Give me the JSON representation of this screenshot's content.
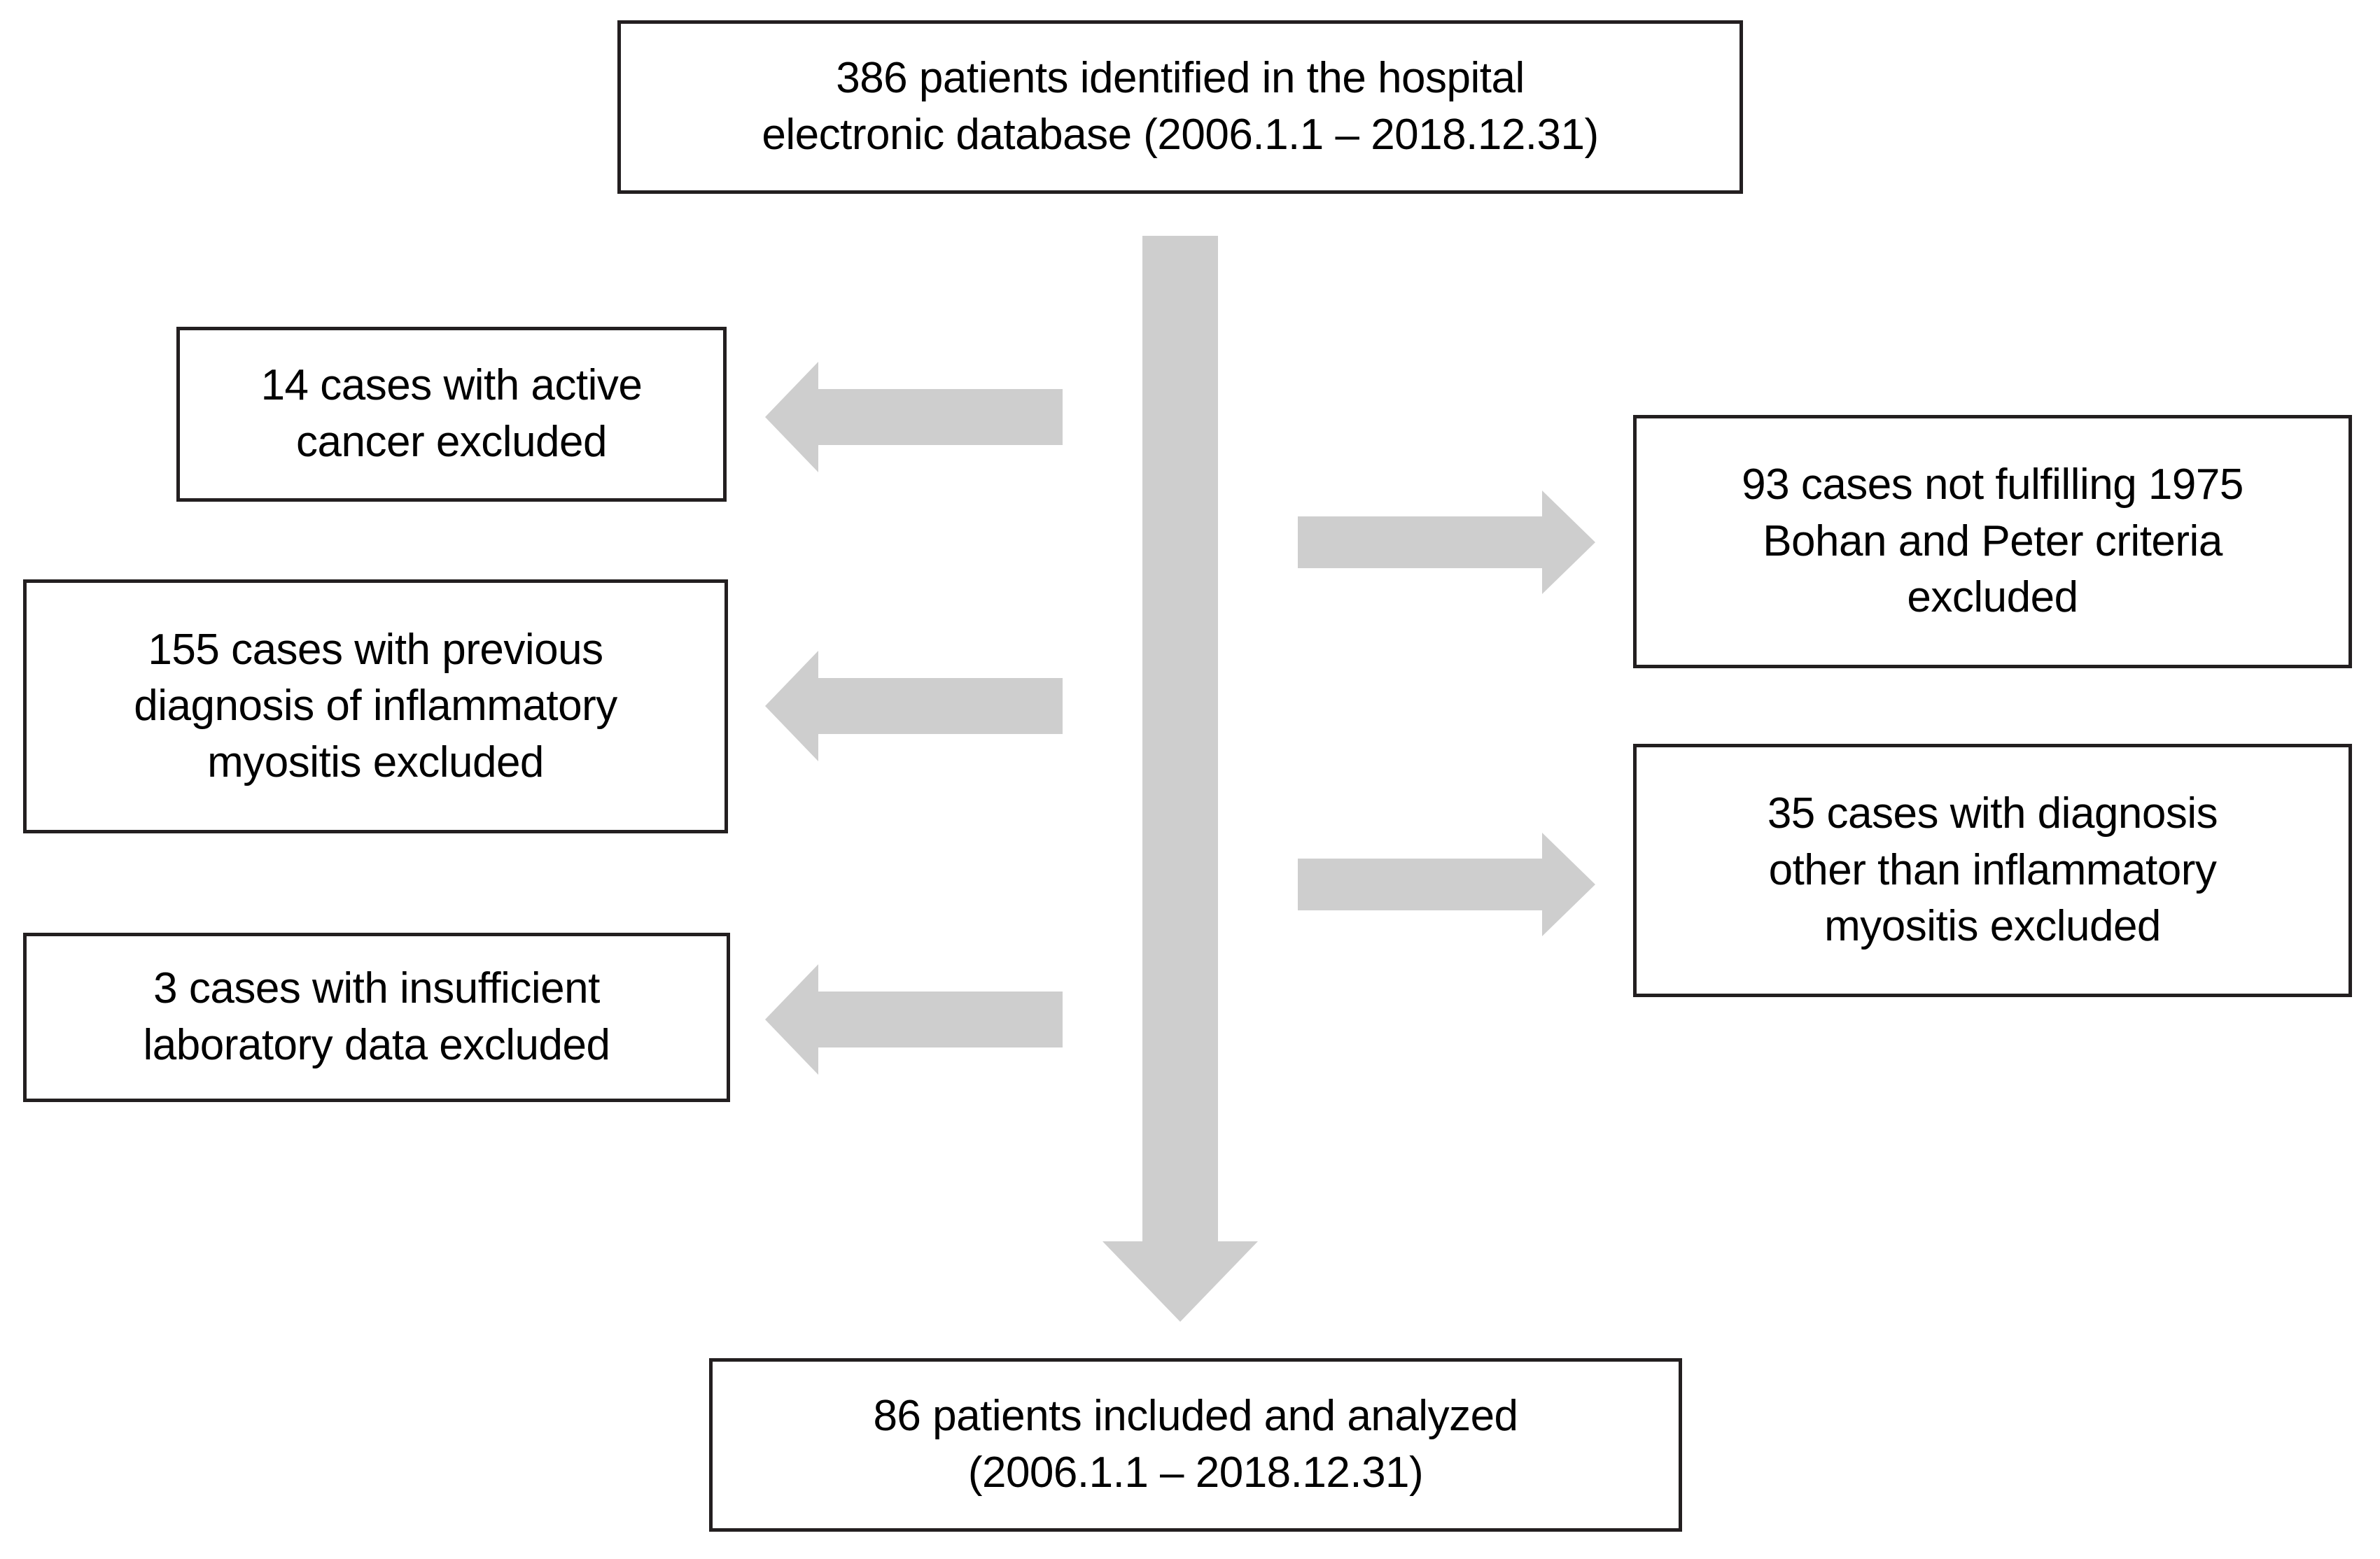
{
  "figure": {
    "type": "flowchart",
    "orientation": "top-to-bottom",
    "arrow_color": "#cecece",
    "box_border_color": "#231f20",
    "background_color": "#ffffff",
    "text_color": "#000000"
  },
  "nodes": {
    "identified": {
      "id": "identified",
      "role": "source-cohort",
      "count": 386,
      "text": "386 patients identified in the hospital\nelectronic database (2006.1.1 – 2018.12.31)"
    },
    "excluded_cancer": {
      "id": "excluded-active-cancer",
      "role": "exclusion",
      "count": 14,
      "text": "14 cases with active\ncancer excluded"
    },
    "excluded_previous_diagnosis": {
      "id": "excluded-previous-diagnosis",
      "role": "exclusion",
      "count": 155,
      "text": "155 cases with previous\ndiagnosis of inflammatory\nmyositis excluded"
    },
    "excluded_insufficient_lab": {
      "id": "excluded-insufficient-lab-data",
      "role": "exclusion",
      "count": 3,
      "text": "3 cases with insufficient\nlaboratory data excluded"
    },
    "excluded_criteria": {
      "id": "excluded-bohan-peter-criteria",
      "role": "exclusion",
      "count": 93,
      "text": "93 cases not fulfilling 1975\nBohan and Peter criteria\nexcluded"
    },
    "excluded_other_diagnosis": {
      "id": "excluded-other-diagnosis",
      "role": "exclusion",
      "count": 35,
      "text": "35 cases with diagnosis\nother than inflammatory\nmyositis excluded"
    },
    "included": {
      "id": "included-analyzed",
      "role": "final-cohort",
      "count": 86,
      "text": "86 patients included and analyzed\n(2006.1.1 – 2018.12.31)"
    }
  },
  "arrows": [
    {
      "id": "main-flow-down",
      "direction": "down",
      "from": "identified",
      "to": "included"
    },
    {
      "id": "to-excluded-active-cancer",
      "direction": "left",
      "to": "excluded_cancer"
    },
    {
      "id": "to-excluded-previous-diagnosis",
      "direction": "left",
      "to": "excluded_previous_diagnosis"
    },
    {
      "id": "to-excluded-insufficient-lab-data",
      "direction": "left",
      "to": "excluded_insufficient_lab"
    },
    {
      "id": "to-excluded-criteria",
      "direction": "right",
      "to": "excluded_criteria"
    },
    {
      "id": "to-excluded-other-diagnosis",
      "direction": "right",
      "to": "excluded_other_diagnosis"
    }
  ]
}
